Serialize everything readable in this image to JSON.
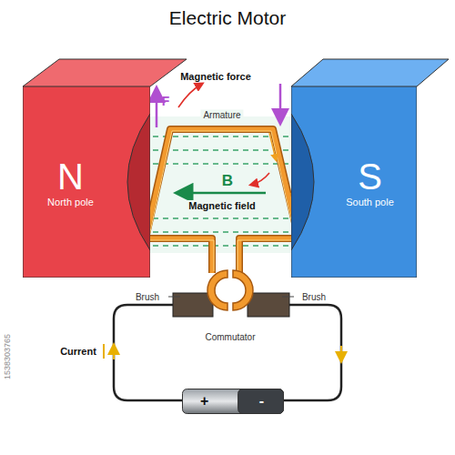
{
  "diagram": {
    "title": "Electric Motor",
    "nodes": [
      {
        "text": [
          "N",
          "North pole"
        ]
      },
      {
        "text": [
          "S",
          "South pole"
        ]
      },
      {
        "text": [
          "+",
          "-"
        ]
      }
    ],
    "labels": [
      "Magnetic force",
      "F",
      "Armature",
      "B",
      "Magnetic field",
      "Brush",
      "Brush",
      "Commutator",
      "Current",
      "1538303765"
    ]
  }
}
